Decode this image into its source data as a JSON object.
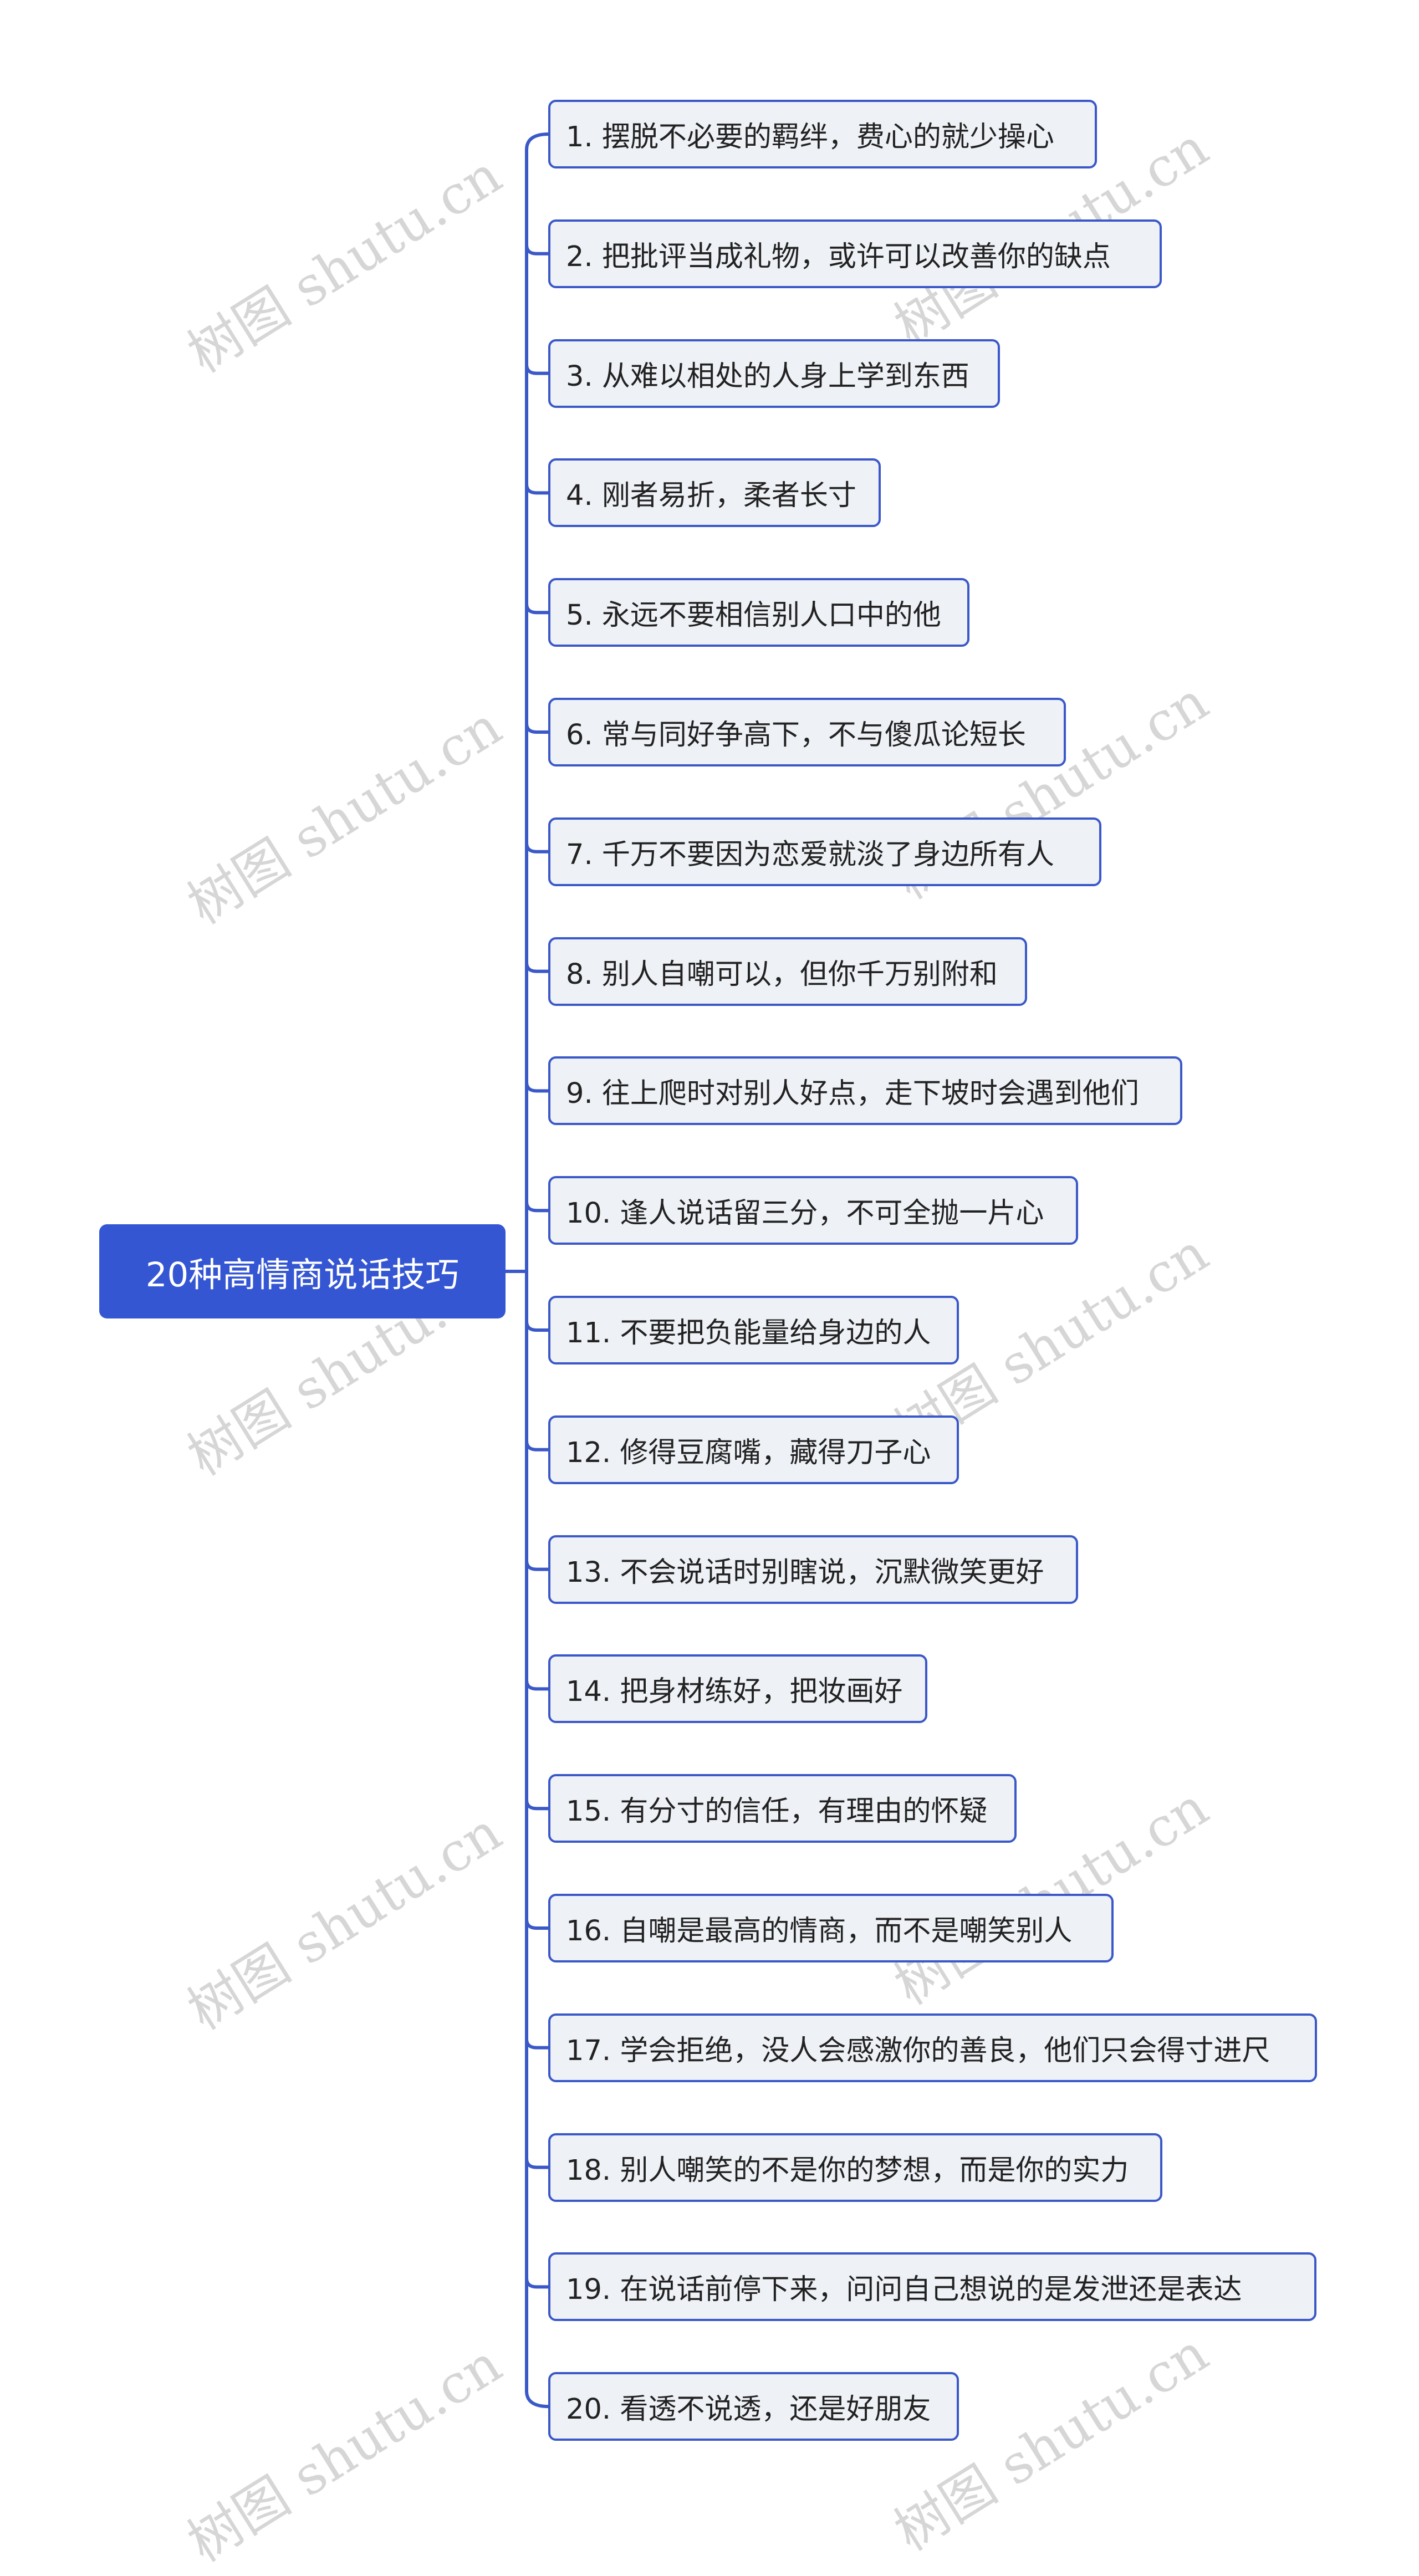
{
  "root": {
    "label": "20种高情商说话技巧"
  },
  "children": [
    {
      "label": "1. 摆脱不必要的羁绊，费心的就少操心"
    },
    {
      "label": "2. 把批评当成礼物，或许可以改善你的缺点"
    },
    {
      "label": "3. 从难以相处的人身上学到东西"
    },
    {
      "label": "4. 刚者易折，柔者长寸"
    },
    {
      "label": "5. 永远不要相信别人口中的他"
    },
    {
      "label": "6. 常与同好争高下，不与傻瓜论短长"
    },
    {
      "label": "7. 千万不要因为恋爱就淡了身边所有人"
    },
    {
      "label": "8. 别人自嘲可以，但你千万别附和"
    },
    {
      "label": "9. 往上爬时对别人好点，走下坡时会遇到他们"
    },
    {
      "label": "10. 逢人说话留三分，不可全抛一片心"
    },
    {
      "label": "11. 不要把负能量给身边的人"
    },
    {
      "label": "12. 修得豆腐嘴，藏得刀子心"
    },
    {
      "label": "13. 不会说话时别瞎说，沉默微笑更好"
    },
    {
      "label": "14. 把身材练好，把妆画好"
    },
    {
      "label": "15. 有分寸的信任，有理由的怀疑"
    },
    {
      "label": "16. 自嘲是最高的情商，而不是嘲笑别人"
    },
    {
      "label": "17. 学会拒绝，没人会感激你的善良，他们只会得寸进尺"
    },
    {
      "label": "18. 别人嘲笑的不是你的梦想，而是你的实力"
    },
    {
      "label": "19. 在说话前停下来，问问自己想说的是发泄还是表达"
    },
    {
      "label": "20. 看透不说透，还是好朋友"
    }
  ],
  "watermark": {
    "text": "树图 shutu.cn"
  },
  "colors": {
    "root_fill": "#3556d3",
    "connector": "#3a58c8",
    "node_border": "#3a58c8",
    "node_fill": "#eef1f6",
    "node_text": "#222222",
    "watermark": "#d0d0d0"
  }
}
